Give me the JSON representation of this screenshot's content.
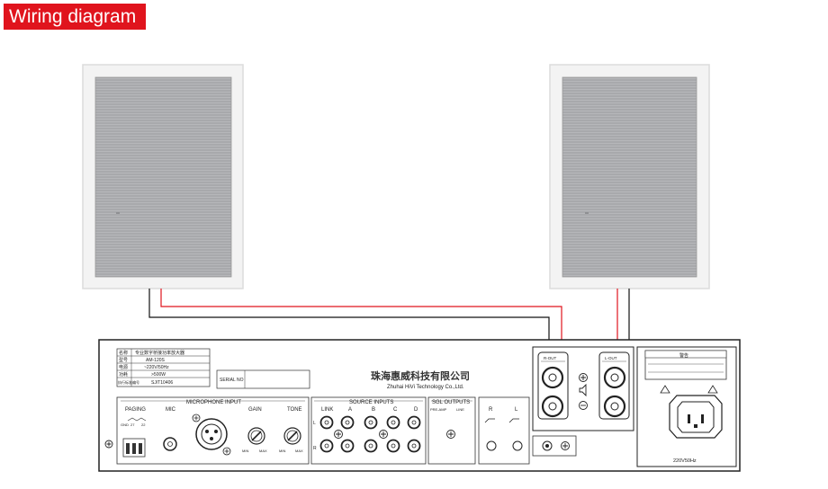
{
  "title": "Wiring diagram",
  "amplifier": {
    "spec_label_1": "名称",
    "spec_value_1": "专业数字桥接功率放大器",
    "spec_label_2": "型号",
    "spec_value_2": "AM-120S",
    "spec_label_3": "电源",
    "spec_value_3": "~220V/50Hz",
    "spec_label_4": "功耗",
    "spec_value_4": ">500W",
    "spec_label_5": "执行标准编号",
    "spec_value_5": "SJ/T10406",
    "serial_label": "SERIAL NO",
    "company_cn": "珠海惠威科技有限公司",
    "company_en": "Zhuhai HiVi Technology Co.,Ltd.",
    "mic_section": "MICROPHONE INPUT",
    "paging": "PAGING",
    "mic": "MIC",
    "gain": "GAIN",
    "tone": "TONE",
    "gnd": "GND",
    "pin_a": "27",
    "pin_b": "22",
    "min": "MIN",
    "max": "MAX",
    "source_section": "SOURCE INPUTS",
    "link": "LINK",
    "src_a": "A",
    "src_b": "B",
    "src_c": "C",
    "src_d": "D",
    "ch_l": "L",
    "ch_r": "R",
    "sgl_section": "SGL OUTPUTS",
    "pre_amp": "PRE-AMP",
    "line": "LINE",
    "out_r": "R",
    "out_l": "L",
    "rout": "R-OUT",
    "lout": "L-OUT",
    "warning": "警告",
    "power_rating": "220V50Hz"
  },
  "colors": {
    "title_bg": "#e0141d",
    "wire_red": "#e0141d",
    "wire_black": "#111111",
    "grille": "#a9aaad"
  }
}
